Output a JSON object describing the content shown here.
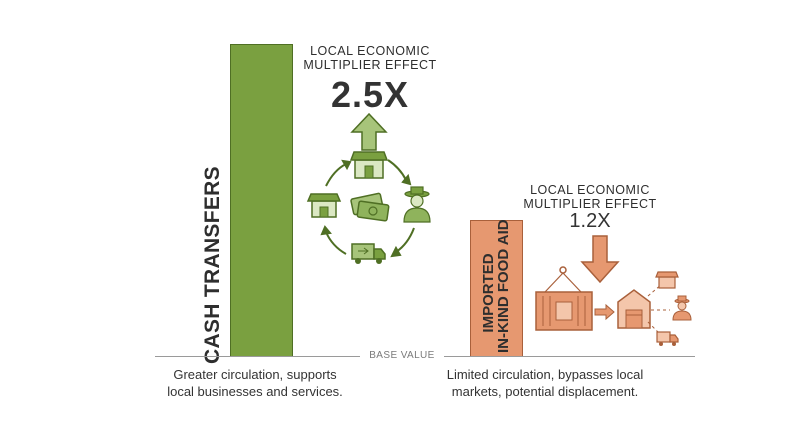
{
  "cash": {
    "bar_label": "CASH TRANSFERS",
    "multiplier_title_line1": "LOCAL ECONOMIC",
    "multiplier_title_line2": "MULTIPLIER EFFECT",
    "multiplier_value": "2.5X",
    "multiplier_number": 2.5,
    "caption_line1": "Greater circulation, supports",
    "caption_line2": "local businesses and services.",
    "color": "#7aa040",
    "icons": [
      "up-arrow-icon",
      "store-icon",
      "cash-icon",
      "farmer-icon",
      "truck-icon",
      "cycle-arrows-icon"
    ]
  },
  "aid": {
    "bar_label_line1": "IMPORTED",
    "bar_label_line2": "IN-KIND FOOD AID",
    "multiplier_title_line1": "LOCAL ECONOMIC",
    "multiplier_title_line2": "MULTIPLIER EFFECT",
    "multiplier_value": "1.2X",
    "multiplier_number": 1.2,
    "caption_line1": "Limited circulation, bypasses local",
    "caption_line2": "markets, potential displacement.",
    "color": "#e69870",
    "icons": [
      "down-arrow-icon",
      "shipping-container-icon",
      "warehouse-icon",
      "store-icon",
      "farmer-icon",
      "truck-icon"
    ]
  },
  "baseline_label": "BASE VALUE"
}
